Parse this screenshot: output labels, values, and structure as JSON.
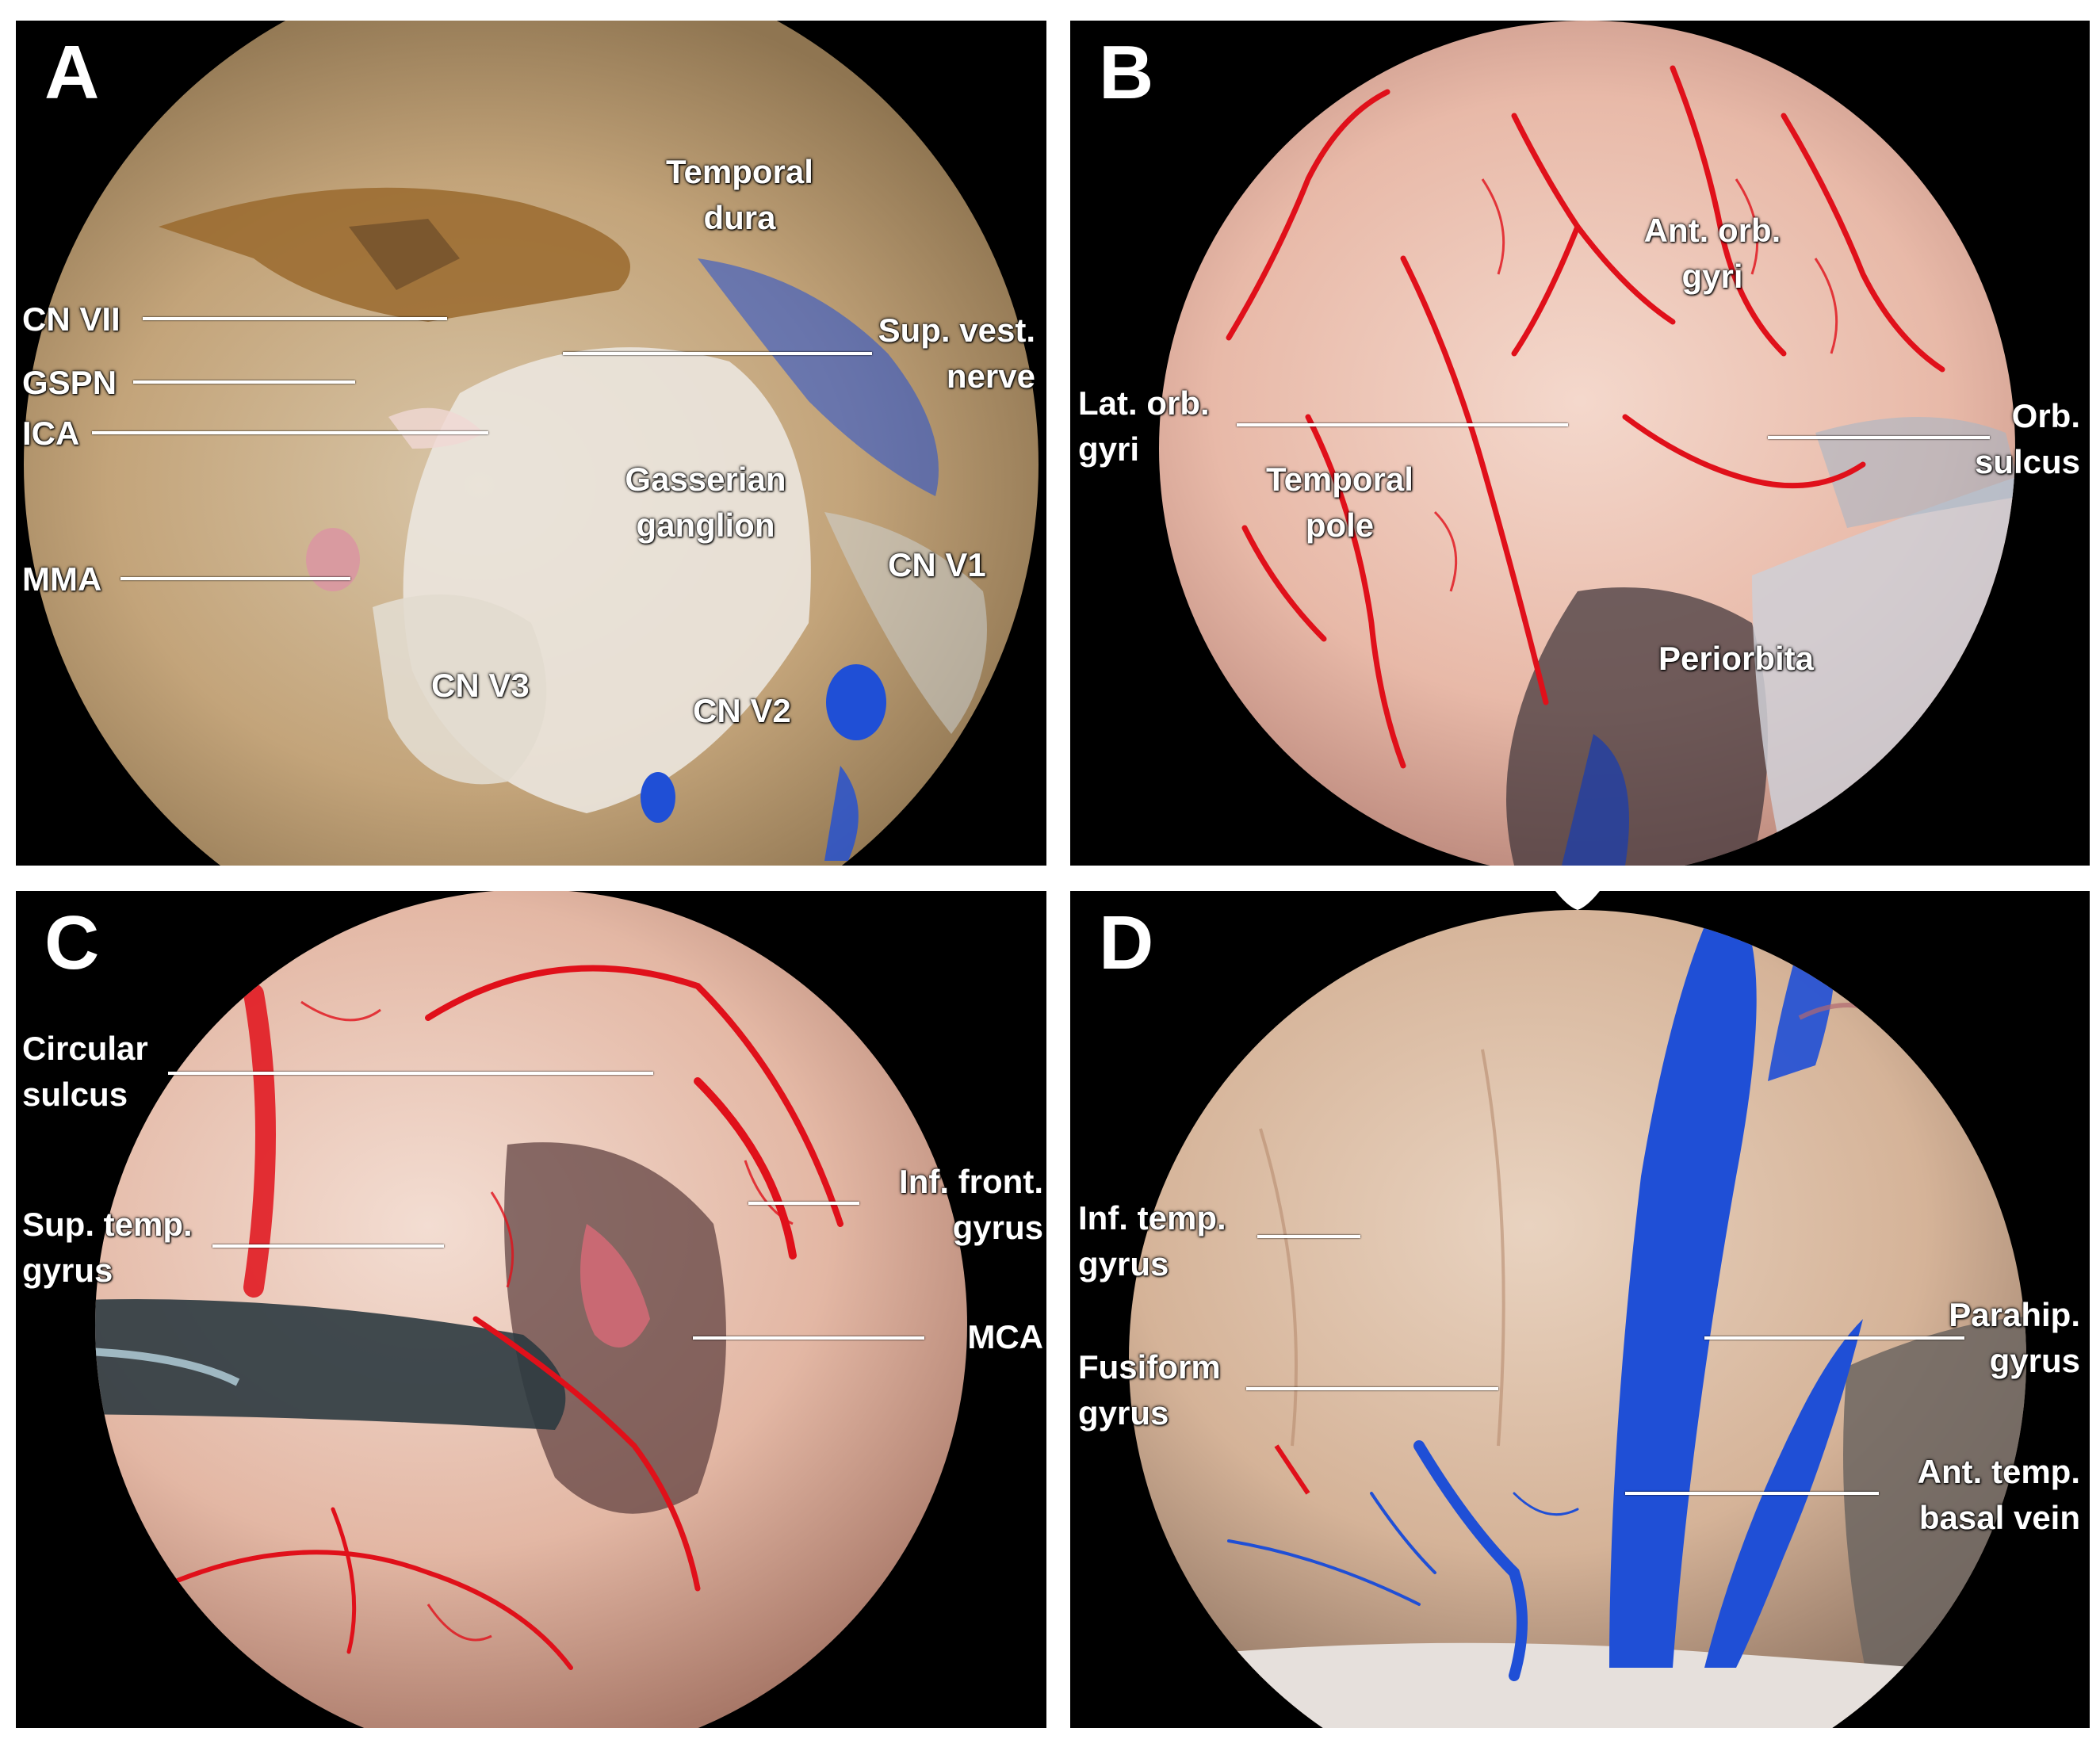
{
  "panels": {
    "A": {
      "label": "A",
      "labels": {
        "temporal_dura": "Temporal\ndura",
        "cn_vii": "CN VII",
        "gspn": "GSPN",
        "ica": "ICA",
        "mma": "MMA",
        "sup_vest_nerve": "Sup. vest.\nnerve",
        "gasserian_ganglion": "Gasserian\nganglion",
        "cn_v1": "CN V1",
        "cn_v3": "CN V3",
        "cn_v2": "CN V2"
      }
    },
    "B": {
      "label": "B",
      "labels": {
        "ant_orb_gyri": "Ant. orb.\ngyri",
        "lat_orb_gyri": "Lat. orb.\ngyri",
        "temporal_pole": "Temporal\npole",
        "orb_sulcus": "Orb.\nsulcus",
        "periorbita": "Periorbita"
      }
    },
    "C": {
      "label": "C",
      "labels": {
        "circular_sulcus": "Circular\nsulcus",
        "sup_temp_gyrus": "Sup. temp.\ngyrus",
        "inf_front_gyrus": "Inf. front.\ngyrus",
        "mca": "MCA"
      }
    },
    "D": {
      "label": "D",
      "labels": {
        "inf_temp_gyrus": "Inf. temp.\ngyrus",
        "fusiform_gyrus": "Fusiform\ngyrus",
        "parahip_gyrus": "Parahip.\ngyrus",
        "ant_temp_basal_vein": "Ant. temp.\nbasal vein"
      }
    }
  },
  "colors": {
    "panel_background": "#000000",
    "label_text": "#ffffff",
    "dye_blue": "#1f4fd6",
    "artery_red": "#e0101a"
  }
}
